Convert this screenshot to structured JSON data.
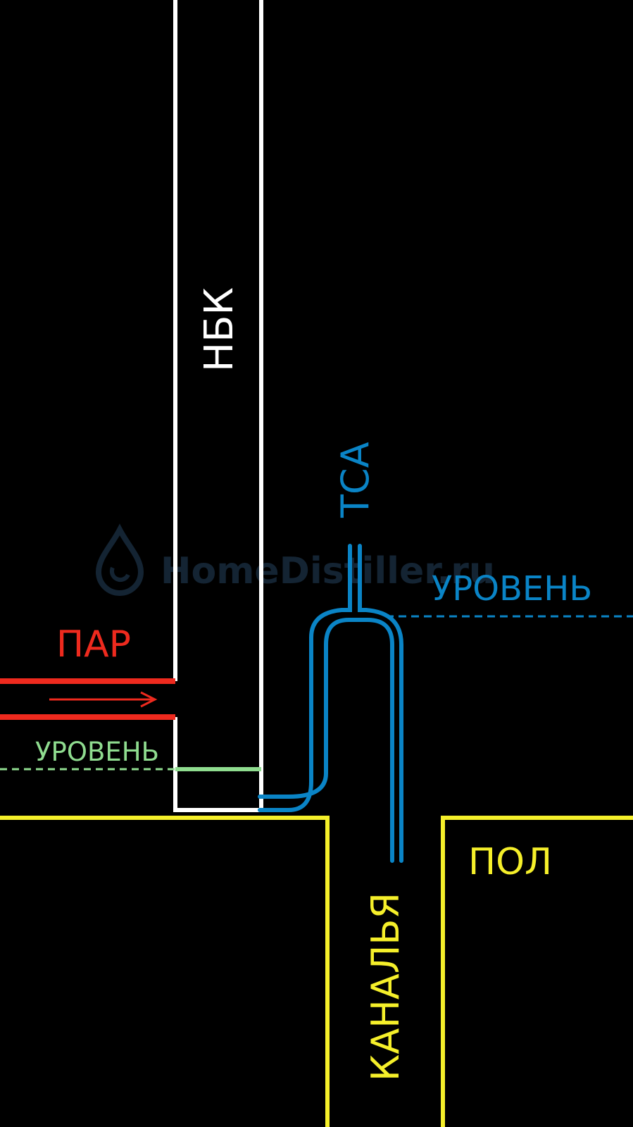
{
  "labels": {
    "nbk": "НБК",
    "tsa": "ТСА",
    "level_top": "УРОВЕНЬ",
    "steam": "ПАР",
    "level_bottom": "УРОВЕНЬ",
    "floor": "ПОЛ",
    "sewer": "КАНАЛЬЯ"
  },
  "watermark": {
    "text": "HomeDistiller.ru",
    "icon": "drop-icon"
  },
  "colors": {
    "background": "#000000",
    "column": "#ffffff",
    "steam": "#ee2a1e",
    "tsa": "#0a84c6",
    "level_green": "#8fdc8f",
    "floor": "#f5ef2a",
    "watermark": "#142433"
  }
}
